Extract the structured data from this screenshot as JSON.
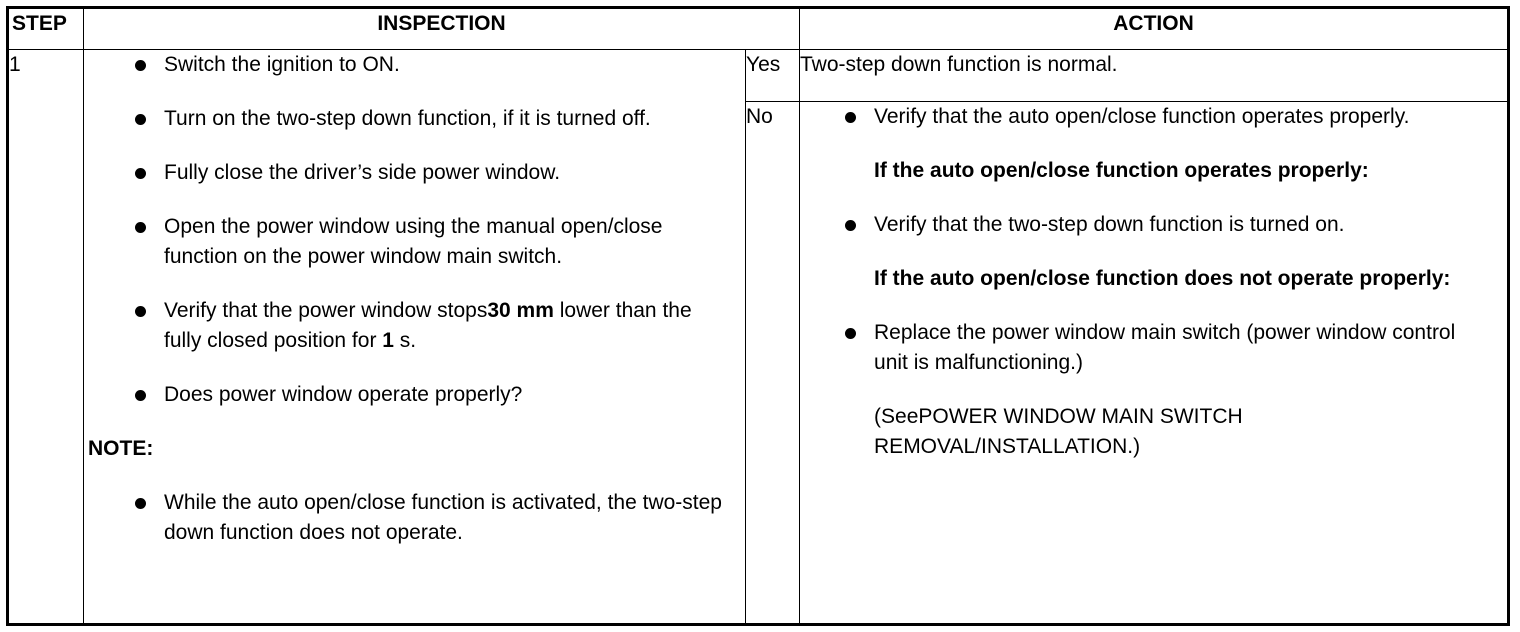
{
  "headers": {
    "step": "STEP",
    "inspection": "INSPECTION",
    "action": "ACTION"
  },
  "step": {
    "number": "1",
    "inspection_items": [
      "Switch the ignition to ON.",
      "Turn on the two-step down function, if it is turned off.",
      "Fully close the driver’s side power window.",
      "Open the power window using the manual open/close function on the power window main switch.",
      {
        "before": "Verify that the power window stops",
        "value1": "30 mm",
        "middle": " lower than the fully closed position for ",
        "value2": "1",
        "after": " s."
      },
      "Does power window operate properly?"
    ],
    "note_label": "NOTE:",
    "note_items": [
      "While the auto open/close function is activated, the two-step down function does not operate."
    ],
    "yes": {
      "label": "Yes",
      "action": "Two-step down function is normal."
    },
    "no": {
      "label": "No",
      "item1": "Verify that the auto open/close function operates properly.",
      "sub1": "If the auto open/close function operates properly:",
      "item2": "Verify that the two-step down function is turned on.",
      "sub2": "If the auto open/close function does not operate properly:",
      "item3": "Replace the power window main switch (power window control unit is malfunctioning.)",
      "reference": "(SeePOWER WINDOW MAIN SWITCH REMOVAL/INSTALLATION.)"
    }
  }
}
